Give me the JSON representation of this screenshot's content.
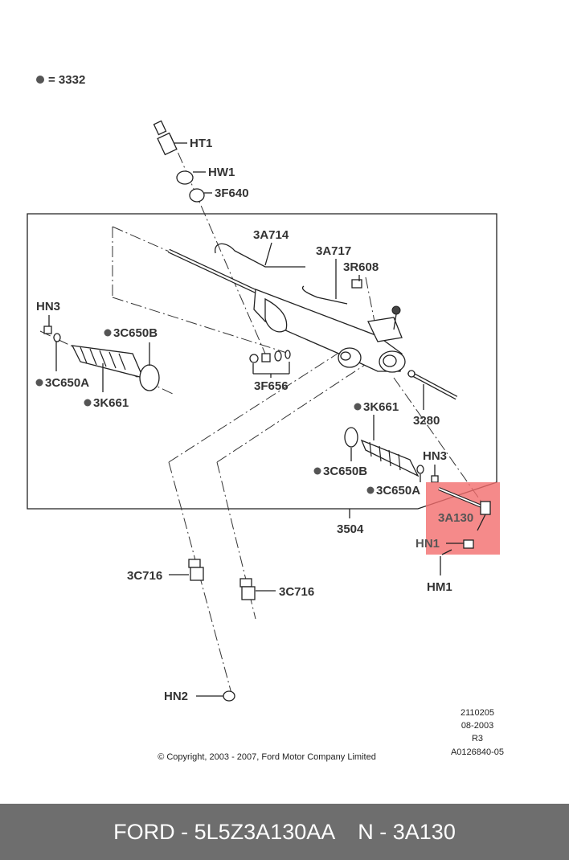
{
  "legend": {
    "symbol": "●",
    "text": "= 3332"
  },
  "labels": {
    "HT1": "HT1",
    "HW1": "HW1",
    "3F640": "3F640",
    "3A714": "3A714",
    "3A717": "3A717",
    "3R608": "3R608",
    "HN3_left": "HN3",
    "3C650B_left": "3C650B",
    "3C650A_left": "3C650A",
    "3K661_left": "3K661",
    "3F656": "3F656",
    "3K661_right": "3K661",
    "3280": "3280",
    "HN3_right": "HN3",
    "3C650B_right": "3C650B",
    "3C650A_right": "3C650A",
    "3A130": "3A130",
    "3504": "3504",
    "HN1": "HN1",
    "HM1": "HM1",
    "3C716_left": "3C716",
    "3C716_right": "3C716",
    "HN2": "HN2"
  },
  "meta": {
    "line1": "2110205",
    "line2": "08-2003",
    "line3": "R3",
    "line4": "A0126840-05"
  },
  "copyright": "© Copyright, 2003 - 2007, Ford Motor Company Limited",
  "footer": {
    "part_number": "FORD - 5L5Z3A130AA",
    "code": "N - 3A130"
  },
  "colors": {
    "highlight": "#f26d6d",
    "footer_bg": "#6e6e6e",
    "footer_text": "#ffffff"
  }
}
